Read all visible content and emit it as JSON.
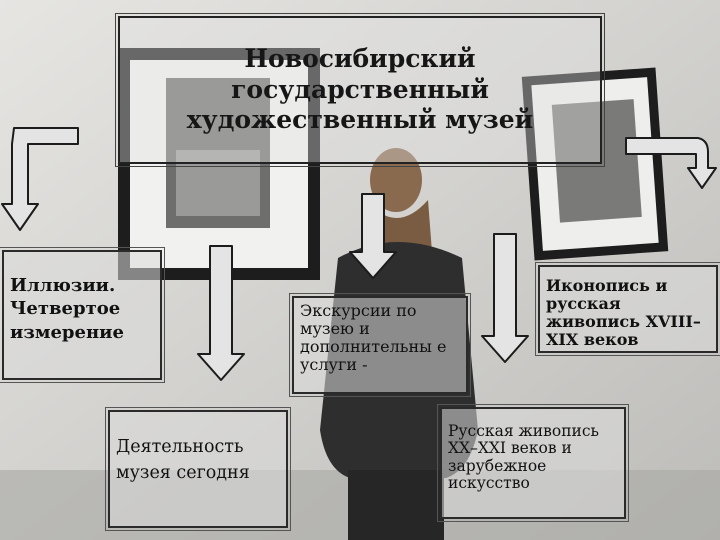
{
  "title": "Новосибирский\nгосударственный\nхудожественный музей",
  "nodes": {
    "illusions": "Иллюзии. Четвертое измерение",
    "activity": "Деятельность музея сегодня",
    "excursions": "Экскурсии по музею и дополнительны е услуги -",
    "icons": "Иконопись и русская живопись XVIII–XIX веков",
    "russian_painting": "Русская живопись XX–XXI веков и зарубежное искусство"
  },
  "colors": {
    "wall": "#d9d8d5",
    "frame": "#2b2b2b",
    "arrow_fill": "#e4e4e4",
    "arrow_stroke": "#1c1c1c"
  }
}
